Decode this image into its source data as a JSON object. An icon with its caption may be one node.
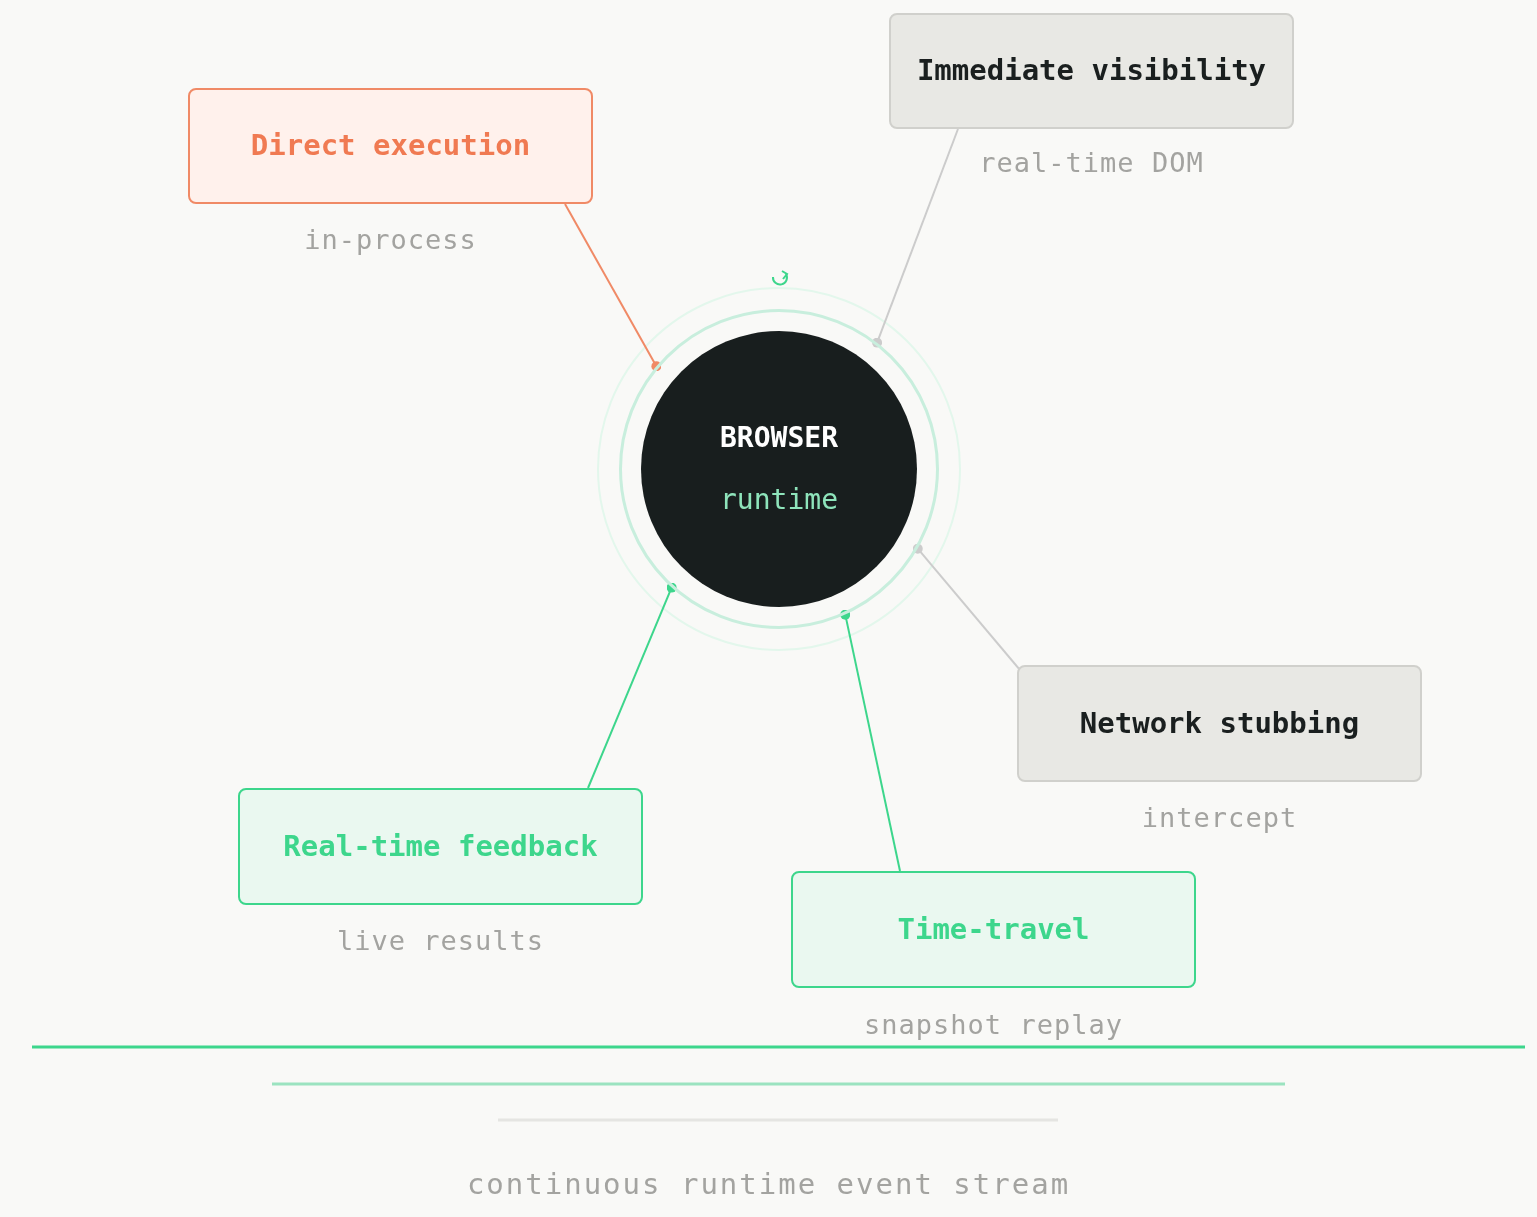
{
  "diagram": {
    "nodes": [
      {
        "text": [
          "Direct execution"
        ],
        "beside": [
          "in-process"
        ]
      },
      {
        "text": [
          "Immediate visibility"
        ],
        "beside": [
          "real-time DOM"
        ]
      },
      {
        "text": [
          "BROWSER",
          "runtime"
        ]
      },
      {
        "text": [
          "Network stubbing"
        ],
        "beside": [
          "intercept"
        ]
      },
      {
        "text": [
          "Real-time feedback"
        ],
        "beside": [
          "live results"
        ]
      },
      {
        "text": [
          "Time-travel"
        ],
        "beside": [
          "snapshot replay"
        ]
      }
    ],
    "edges": [
      {
        "from": 0,
        "to": 2,
        "arrow": "other",
        "color": "#f08a66"
      },
      {
        "from": 1,
        "to": 2,
        "arrow": "other",
        "color": "#cccccc"
      },
      {
        "from": 3,
        "to": 2,
        "arrow": "other",
        "color": "#cccccc"
      },
      {
        "from": 4,
        "to": 2,
        "arrow": "other",
        "color": "#3dd68c"
      },
      {
        "from": 5,
        "to": 2,
        "arrow": "other",
        "color": "#3dd68c"
      }
    ],
    "labels": [
      "continuous runtime event stream"
    ]
  }
}
